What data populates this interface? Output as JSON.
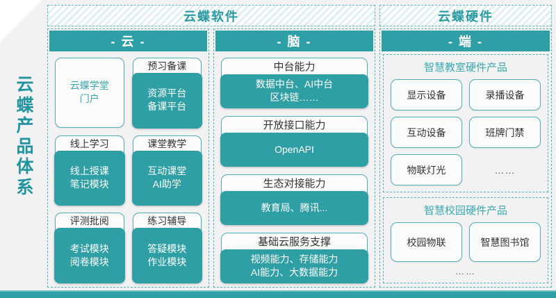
{
  "vertical_title": {
    "chars": [
      "云",
      "蝶",
      "产",
      "品",
      "体",
      "系"
    ],
    "full": "云蝶产品体系"
  },
  "groups": {
    "software": {
      "header": "云蝶软件",
      "columns": [
        {
          "title": "- 云 -",
          "cards": [
            {
              "title": "云蝶学堂\n门户",
              "style": "plain",
              "lines": [
                "云蝶学堂",
                "门户"
              ],
              "inner": []
            },
            {
              "title": "预习备课",
              "style": "split",
              "inner": [
                "资源平台",
                "备课平台"
              ]
            },
            {
              "title": "线上学习",
              "style": "split",
              "inner": [
                "线上授课",
                "笔记模块"
              ]
            },
            {
              "title": "课堂教学",
              "style": "split",
              "inner": [
                "互动课堂",
                "AI助学"
              ]
            },
            {
              "title": "评测批阅",
              "style": "split",
              "inner": [
                "考试模块",
                "阅卷模块"
              ]
            },
            {
              "title": "练习辅导",
              "style": "split",
              "inner": [
                "答疑模块",
                "作业模块"
              ]
            }
          ]
        },
        {
          "title": "- 脑 -",
          "cards": [
            {
              "title": "中台能力",
              "style": "split",
              "inner": [
                "数据中台、AI中台",
                "区块链……"
              ]
            },
            {
              "title": "开放接口能力",
              "style": "split",
              "inner": [
                "OpenAPI"
              ]
            },
            {
              "title": "生态对接能力",
              "style": "split",
              "inner": [
                "教育局、腾讯..."
              ]
            },
            {
              "title": "基础云服务支撑",
              "style": "split",
              "inner": [
                "视频能力、存储能力",
                "AI能力、大数据能力"
              ]
            }
          ]
        }
      ]
    },
    "hardware": {
      "header": "云蝶硬件",
      "column_title": "- 端 -",
      "boxes": [
        {
          "title": "智慧教室硬件产品",
          "items": [
            "显示设备",
            "录播设备",
            "互动设备",
            "班牌门禁",
            "物联灯光",
            "……"
          ]
        },
        {
          "title": "智慧校园硬件产品",
          "items": [
            "校园物联",
            "智慧图书馆"
          ],
          "ellipsis": "……"
        }
      ]
    }
  },
  "colors": {
    "teal_primary": "#2e9fa7",
    "teal_border": "#52aeb6",
    "teal_text": "#2a9aa3",
    "background": "#f2f2f2",
    "card_bg": "#fbfbfb",
    "dark_text": "#333333"
  }
}
